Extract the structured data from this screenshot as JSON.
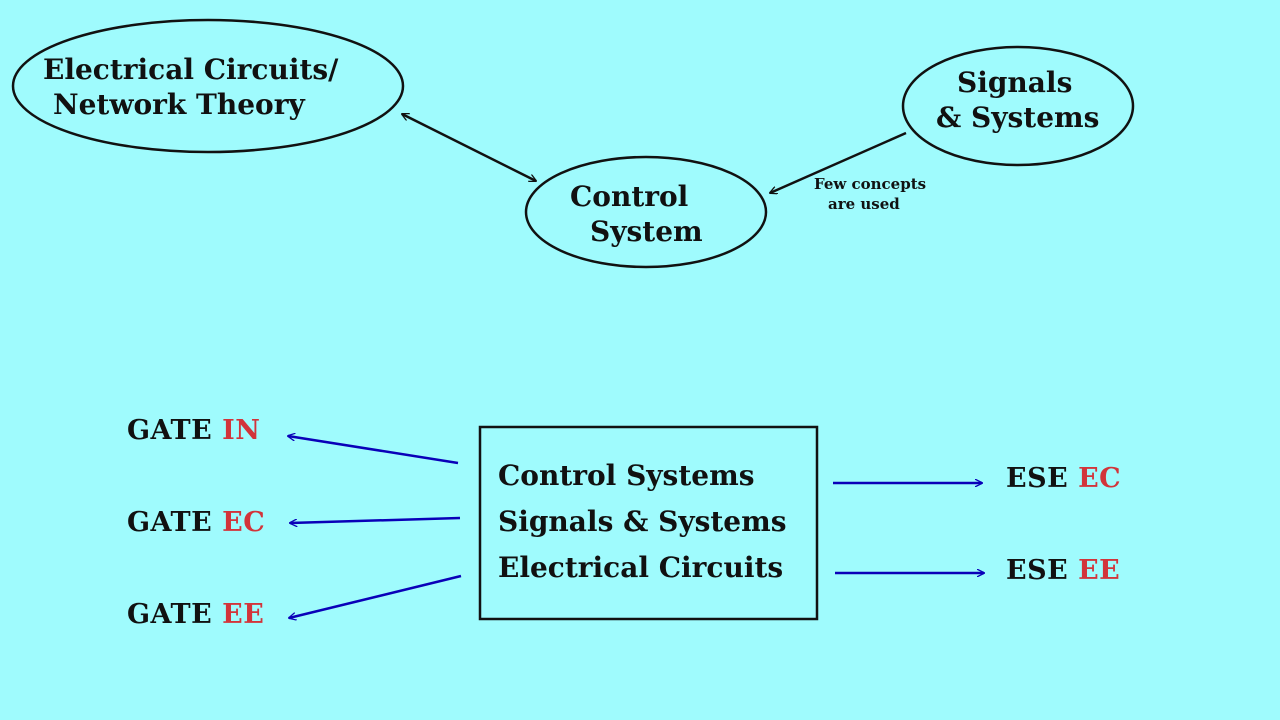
{
  "colors": {
    "background": "#9ffbfd",
    "black_arrow": "#111111",
    "blue_arrow": "#0a00b8",
    "accent_red": "#d2343a"
  },
  "top_diagram": {
    "nodes": {
      "electrical_circuits": {
        "lines": [
          "Electrical Circuits/",
          "Network Theory"
        ]
      },
      "control_system": {
        "lines": [
          "Control",
          "System"
        ]
      },
      "signals_systems": {
        "lines": [
          "Signals",
          "& Systems"
        ]
      }
    },
    "note": {
      "lines": [
        "Few concepts",
        "are used"
      ]
    }
  },
  "bottom_diagram": {
    "box_lines": [
      "Control Systems",
      "Signals & Systems",
      "Electrical Circuits"
    ],
    "gate_targets": [
      {
        "prefix": "GATE",
        "branch": "IN"
      },
      {
        "prefix": "GATE",
        "branch": "EC"
      },
      {
        "prefix": "GATE",
        "branch": "EE"
      }
    ],
    "ese_targets": [
      {
        "prefix": "ESE",
        "branch": "EC"
      },
      {
        "prefix": "ESE",
        "branch": "EE"
      }
    ]
  }
}
